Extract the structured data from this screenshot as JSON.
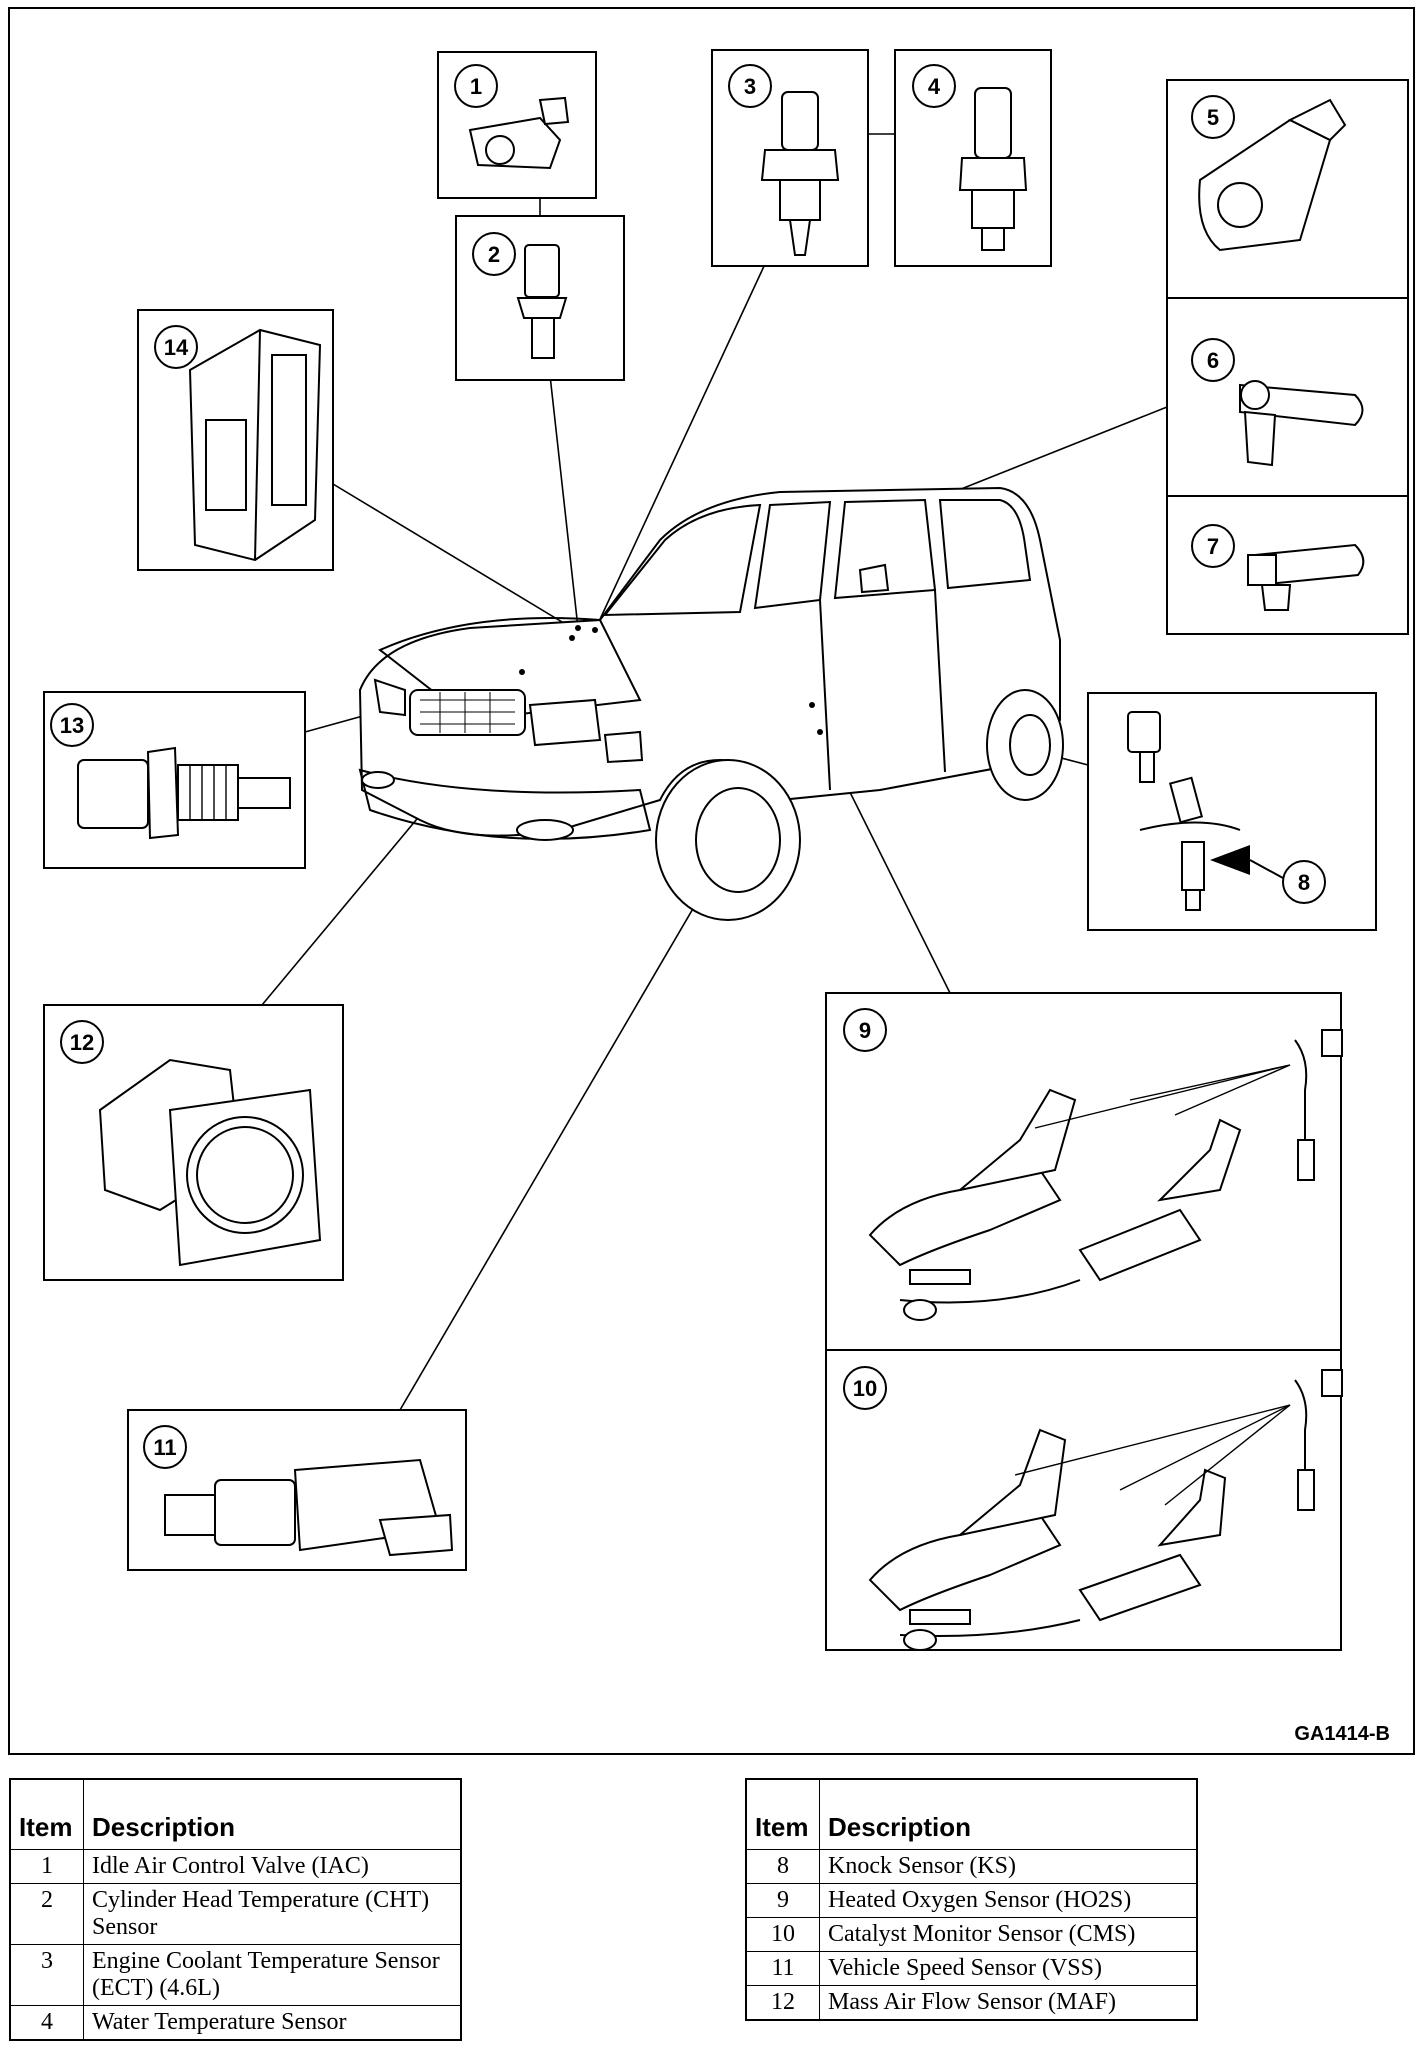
{
  "diagram": {
    "figure_code": "GA1414-B",
    "callouts": [
      "1",
      "2",
      "3",
      "4",
      "5",
      "6",
      "7",
      "8",
      "9",
      "10",
      "11",
      "12",
      "13",
      "14"
    ]
  },
  "legend_left": {
    "header_item": "Item",
    "header_description": "Description",
    "rows": [
      {
        "item": "1",
        "description": "Idle Air Control Valve (IAC)"
      },
      {
        "item": "2",
        "description": "Cylinder Head Temperature (CHT) Sensor"
      },
      {
        "item": "3",
        "description": "Engine Coolant Temperature Sensor (ECT) (4.6L)"
      },
      {
        "item": "4",
        "description": "Water Temperature Sensor"
      }
    ]
  },
  "legend_right": {
    "header_item": "Item",
    "header_description": "Description",
    "rows": [
      {
        "item": "8",
        "description": "Knock Sensor (KS)"
      },
      {
        "item": "9",
        "description": "Heated Oxygen Sensor (HO2S)"
      },
      {
        "item": "10",
        "description": "Catalyst Monitor Sensor (CMS)"
      },
      {
        "item": "11",
        "description": "Vehicle Speed Sensor (VSS)"
      },
      {
        "item": "12",
        "description": "Mass Air Flow Sensor (MAF)"
      }
    ]
  }
}
